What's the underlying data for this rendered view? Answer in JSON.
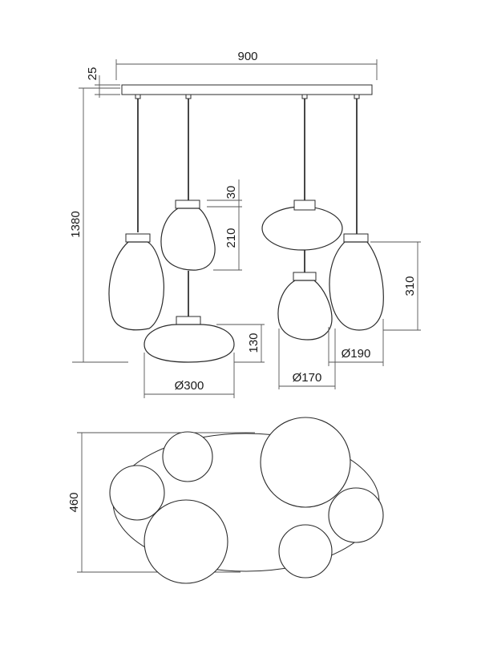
{
  "dimensions": {
    "canopy_width": "900",
    "canopy_height": "25",
    "overall_height": "1380",
    "cap_height": "30",
    "small_shade_height": "210",
    "large_shade_height": "310",
    "flat_shade_height": "130",
    "flat_shade_diameter": "Ø300",
    "small_shade_diameter": "Ø170",
    "large_shade_diameter": "Ø190",
    "plan_depth": "460"
  }
}
